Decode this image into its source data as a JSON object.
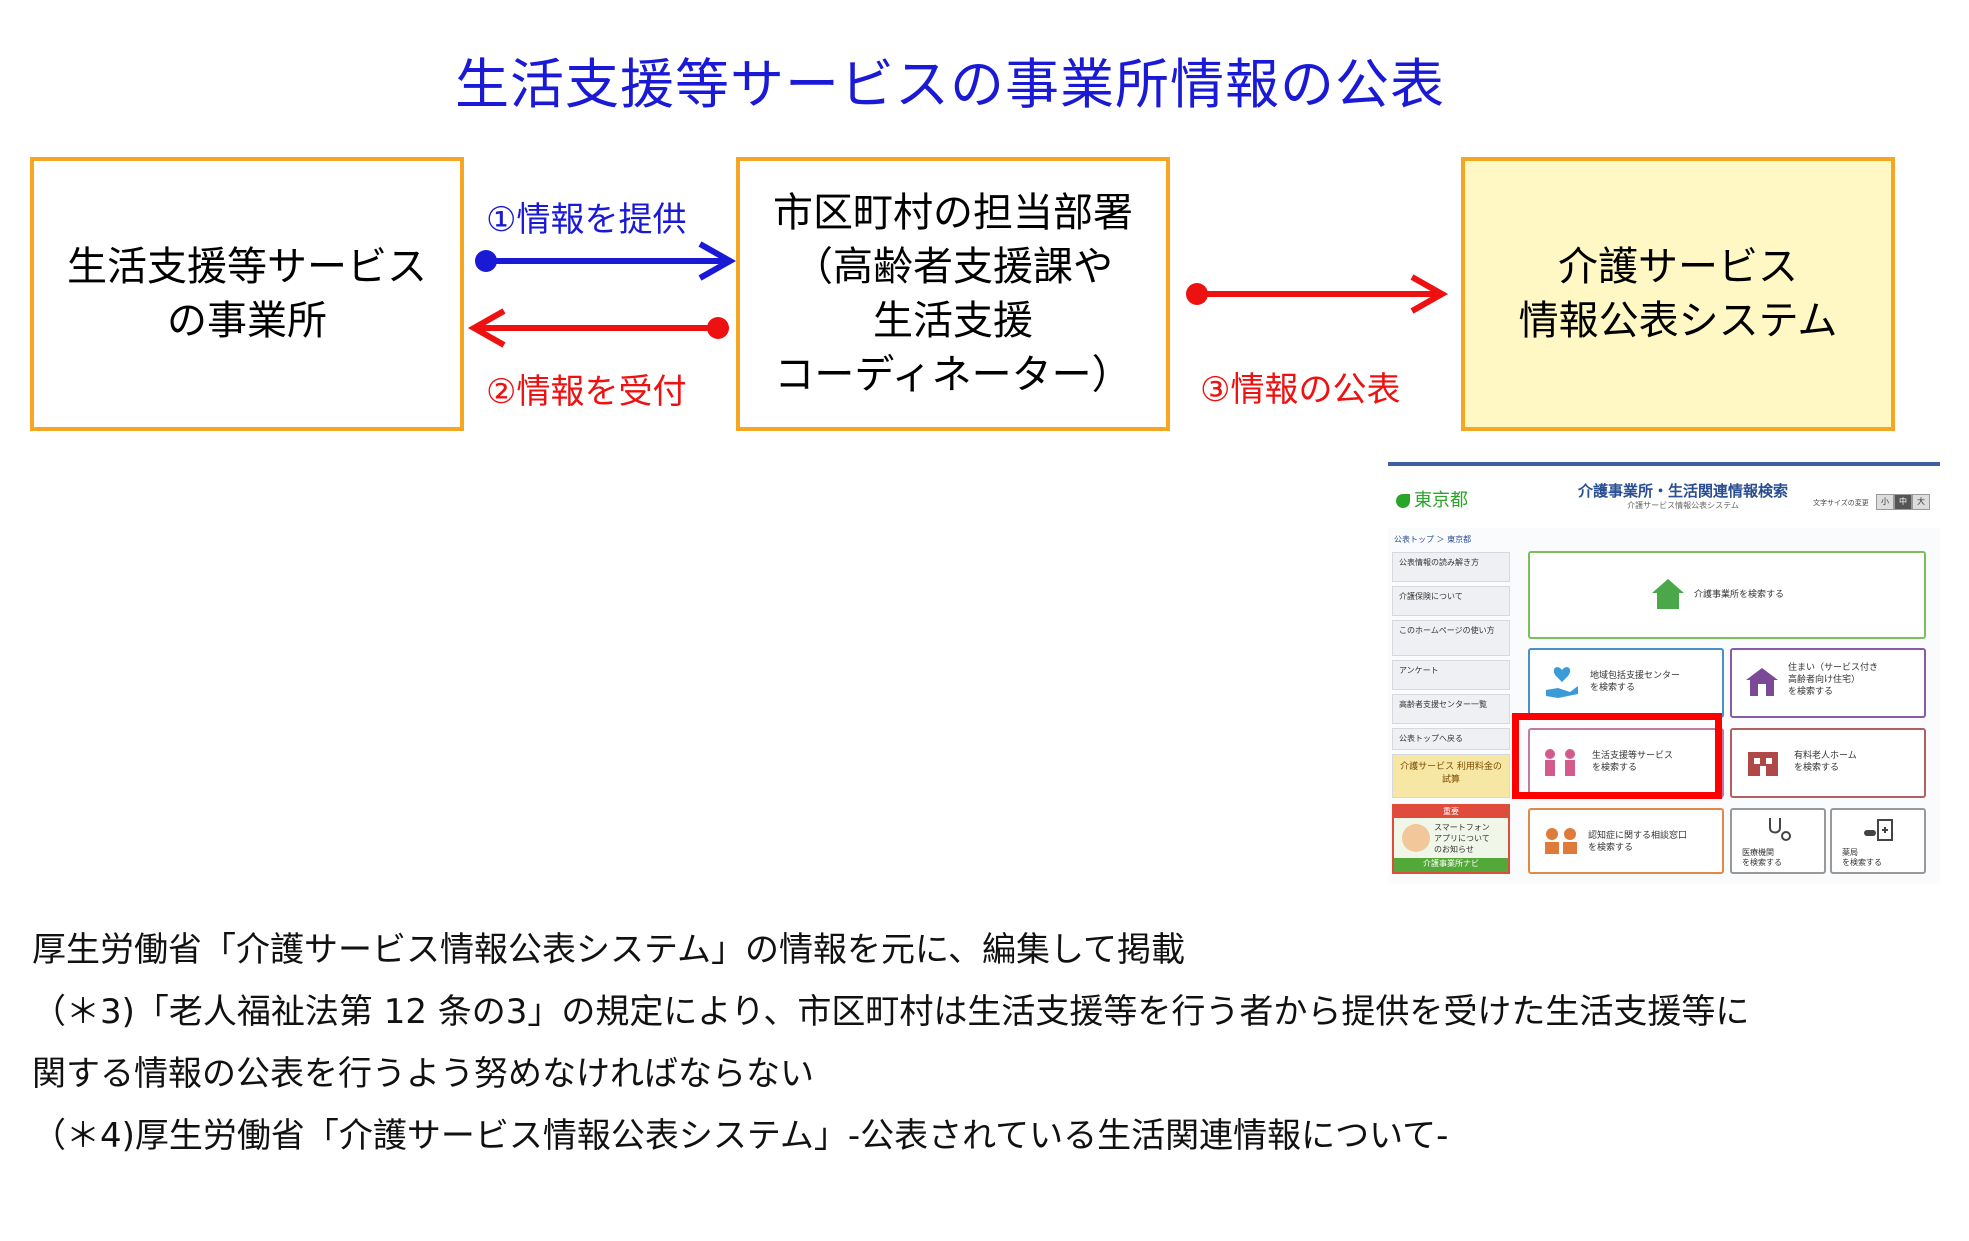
{
  "title": "生活支援等サービスの事業所情報の公表",
  "boxes": {
    "provider": "生活支援等サービス\nの事業所",
    "municipality": "市区町村の担当部署\n（高齢者支援課や\n生活支援\nコーディネーター）",
    "system": "介護サービス\n情報公表システム"
  },
  "arrows": {
    "provide": "①情報を提供",
    "receive": "②情報を受付",
    "publish": "③情報の公表"
  },
  "colors": {
    "title": "#1a1ad6",
    "box_border": "#f5a623",
    "system_fill": "#fff8c4",
    "arrow_blue": "#1a1ad6",
    "arrow_red": "#ee1111",
    "highlight": "#ff0000"
  },
  "screenshot": {
    "logo": "東京都",
    "title": "介護事業所・生活関連情報検索",
    "subtitle": "介護サービス情報公表システム",
    "font_size_label": "文字サイズの変更",
    "font_size_buttons": [
      "小",
      "中",
      "大"
    ],
    "breadcrumb": "公表トップ ＞ 東京都",
    "sidebar": [
      "公表情報の読み解き方",
      "介護保険について",
      "このホームページの使い方",
      "アンケート",
      "高齢者支援センター一覧",
      "公表トップへ戻る",
      "介護サービス 利用料金の試算"
    ],
    "ad": {
      "badge": "重要",
      "text": "スマートフォン\nアプリについて\nのお知らせ",
      "footer": "介護事業所ナビ"
    },
    "tiles": {
      "main": "介護事業所を検索する",
      "support_center": "地域包括支援センター\nを検索する",
      "housing": "住まい（サービス付き\n高齢者向け住宅）\nを検索する",
      "life_support": "生活支援等サービス\nを検索する",
      "nursing_home": "有料老人ホーム\nを検索する",
      "dementia": "認知症に関する相談窓口\nを検索する",
      "medical": "医療機関\nを検索する",
      "pharmacy": "薬局\nを検索する"
    }
  },
  "notes": [
    "厚生労働省「介護サービス情報公表システム」の情報を元に、編集して掲載",
    "（＊3)「老人福祉法第 12 条の3」の規定により、市区町村は生活支援等を行う者から提供を受けた生活支援等に",
    "関する情報の公表を行うよう努めなければならない",
    "（＊4)厚生労働省「介護サービス情報公表システム」‐公表されている生活関連情報について‐"
  ]
}
